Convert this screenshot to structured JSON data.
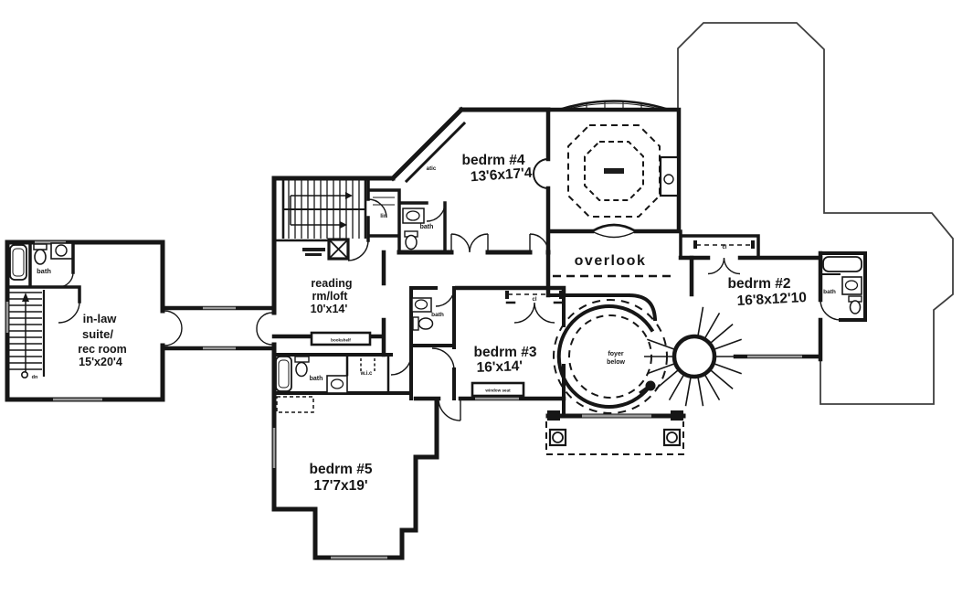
{
  "colors": {
    "ink": "#161616",
    "paper": "#ffffff",
    "roof_outline": "#3f3f3f",
    "window_gray": "#9a9a9a"
  },
  "rooms": {
    "inlaw_suite": {
      "line1": "in-law",
      "line2": "suite/",
      "line3": "rec room",
      "dims": "15'x20'4"
    },
    "reading_loft": {
      "line1": "reading",
      "line2": "rm/loft",
      "dims": "10'x14'"
    },
    "bedrm4": {
      "name": "bedrm #4",
      "dims": "13'6x17'4"
    },
    "bedrm2": {
      "name": "bedrm #2",
      "dims": "16'8x12'10"
    },
    "bedrm3": {
      "name": "bedrm #3",
      "dims": "16'x14'"
    },
    "bedrm5": {
      "name": "bedrm #5",
      "dims": "17'7x19'"
    },
    "overlook": {
      "name": "overlook"
    },
    "foyer": {
      "line1": "foyer",
      "line2": "below"
    }
  },
  "small_labels": {
    "bath_inlaw": "bath",
    "bath_upper": "bath",
    "bath_bedrm3": "bath",
    "bath_bedrm5": "bath",
    "bath_bedrm2": "bath",
    "linen": "lin",
    "attic": "atic",
    "wic": "w.i.c",
    "closet_bedrm2": "cl",
    "closet_bedrm3": "cl",
    "window_seat": "window seat",
    "bookshelf": "bookshelf",
    "down": "dn"
  }
}
